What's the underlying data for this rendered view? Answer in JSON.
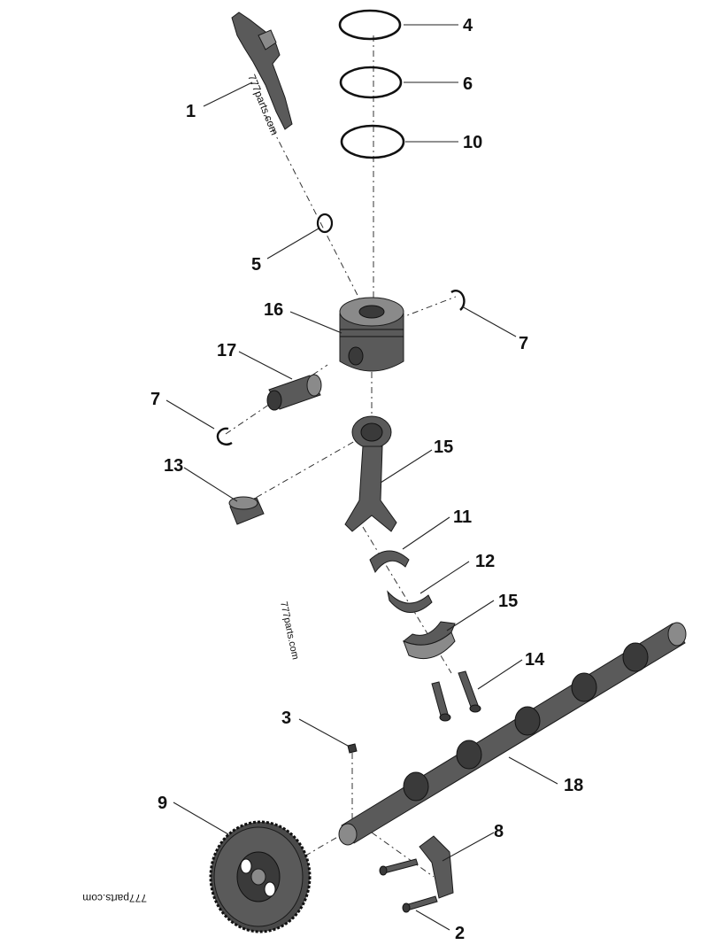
{
  "callouts": {
    "c1": "1",
    "c2": "2",
    "c3": "3",
    "c4": "4",
    "c5": "5",
    "c6": "6",
    "c7a": "7",
    "c7b": "7",
    "c8": "8",
    "c9": "9",
    "c10": "10",
    "c11": "11",
    "c12": "12",
    "c13": "13",
    "c14": "14",
    "c15a": "15",
    "c15b": "15",
    "c16": "16",
    "c17": "17",
    "c18": "18"
  },
  "watermarks": {
    "w1": "777parts.com",
    "w2": "777parts.com",
    "w3": "777parts.com"
  },
  "parts": {
    "p1": "injector-nozzle",
    "p2": "bolt",
    "p3": "key",
    "p4": "piston-ring",
    "p5": "o-ring",
    "p6": "piston-ring",
    "p7": "snap-ring",
    "p8": "thrust-plate",
    "p9": "camshaft-gear",
    "p10": "piston-ring",
    "p11": "bearing-shell",
    "p12": "bearing-shell",
    "p13": "bushing",
    "p14": "connecting-rod-bolt",
    "p15": "connecting-rod",
    "p16": "piston",
    "p17": "piston-pin",
    "p18": "camshaft"
  }
}
